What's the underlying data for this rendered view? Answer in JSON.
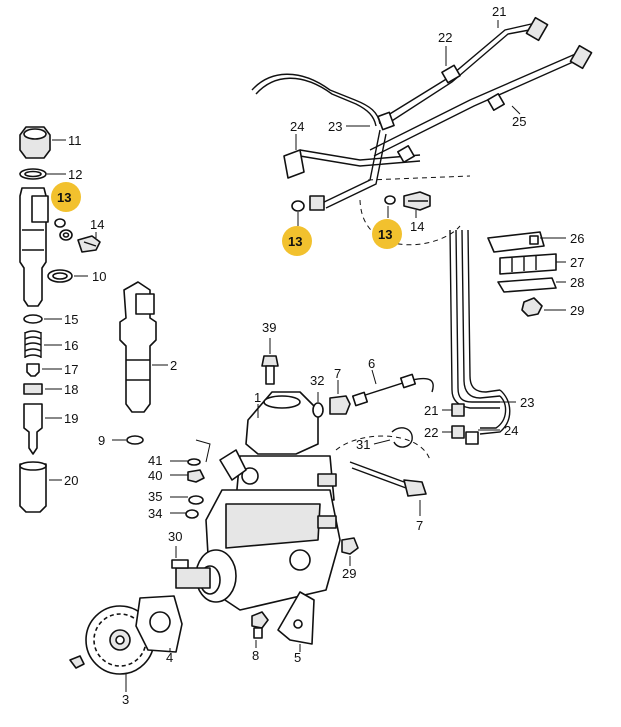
{
  "highlight_color": "#f2c12e",
  "callouts": {
    "c1": "1",
    "c2": "2",
    "c3": "3",
    "c4": "4",
    "c5": "5",
    "c6": "6",
    "c7a": "7",
    "c7b": "7",
    "c8": "8",
    "c9": "9",
    "c10": "10",
    "c11": "11",
    "c12": "12",
    "c13a": "13",
    "c13b": "13",
    "c13c": "13",
    "c14a": "14",
    "c14b": "14",
    "c15": "15",
    "c16": "16",
    "c17": "17",
    "c18": "18",
    "c19": "19",
    "c20": "20",
    "c21a": "21",
    "c21b": "21",
    "c22a": "22",
    "c22b": "22",
    "c23a": "23",
    "c23b": "23",
    "c24a": "24",
    "c24b": "24",
    "c25": "25",
    "c26": "26",
    "c27": "27",
    "c28": "28",
    "c29a": "29",
    "c29b": "29",
    "c30": "30",
    "c31": "31",
    "c32": "32",
    "c34": "34",
    "c35": "35",
    "c39": "39",
    "c40": "40",
    "c41": "41"
  }
}
